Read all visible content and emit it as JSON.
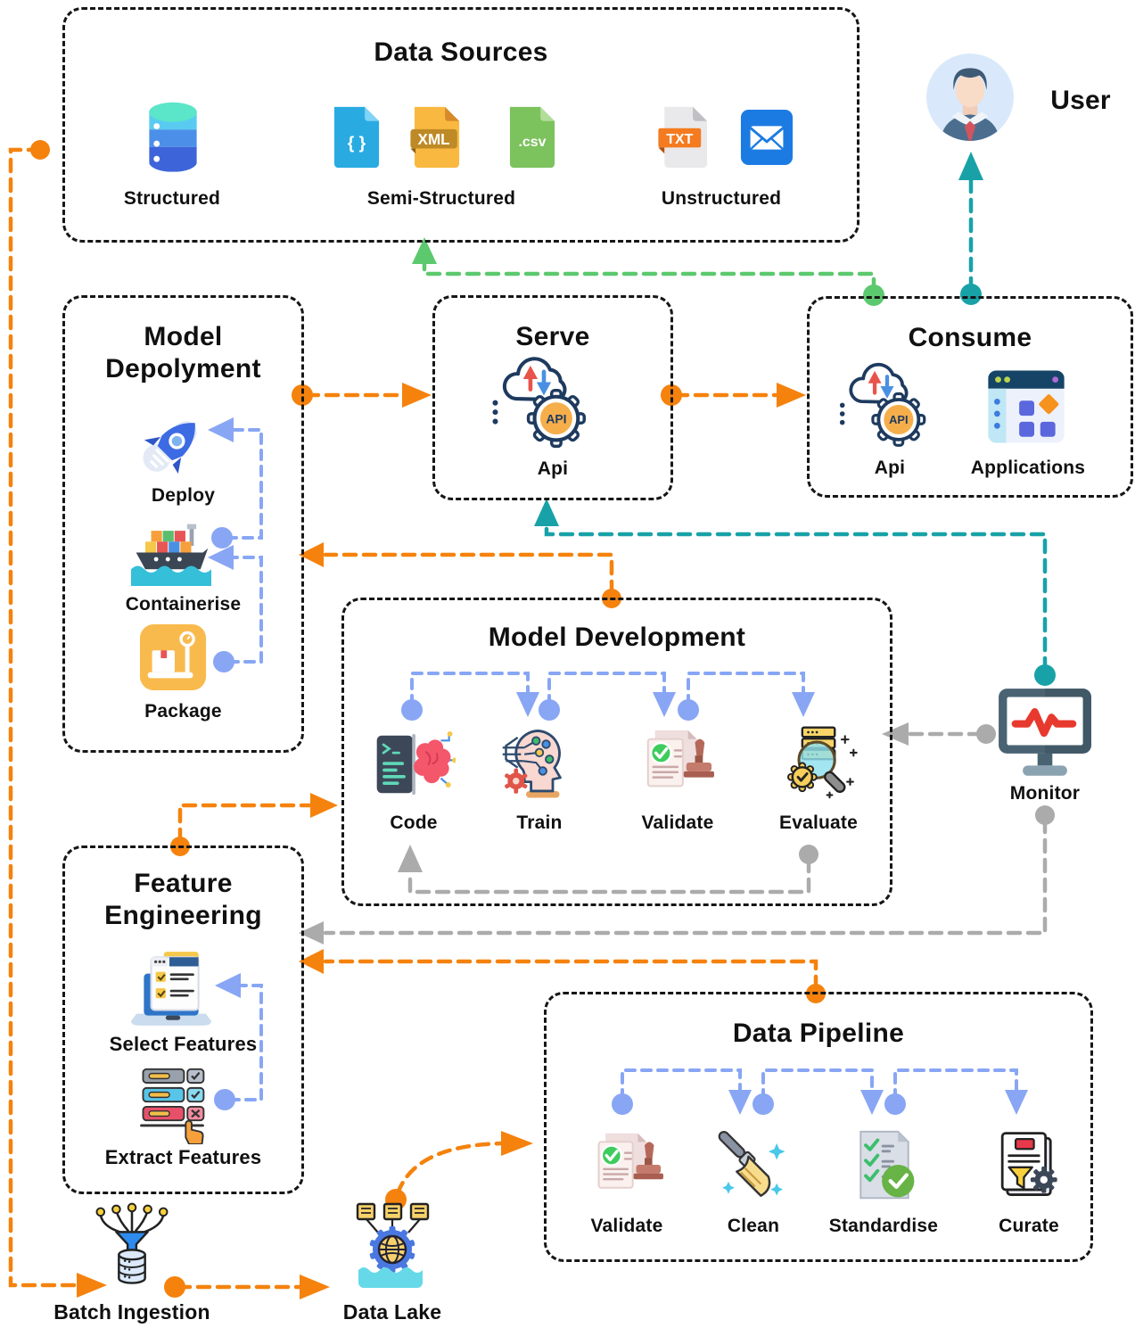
{
  "colors": {
    "flow_orange": "#F5820D",
    "feedback_green": "#5CC96E",
    "user_teal": "#18A2A8",
    "monitor_gray": "#ABABAB",
    "internal_blue": "#88A6F4",
    "border_black": "#161616"
  },
  "icons": {
    "json_glyph": "{ }",
    "xml_label": "XML",
    "csv_label": ".csv",
    "txt_label": "TXT",
    "api_label": "API"
  },
  "boxes": {
    "data_sources": {
      "title": "Data Sources",
      "groups": [
        {
          "label": "Structured"
        },
        {
          "label": "Semi-Structured"
        },
        {
          "label": "Unstructured"
        }
      ]
    },
    "user": {
      "label": "User"
    },
    "model_deployment": {
      "title": "Model Depolyment",
      "items": [
        {
          "label": "Deploy"
        },
        {
          "label": "Containerise"
        },
        {
          "label": "Package"
        }
      ]
    },
    "serve": {
      "title": "Serve",
      "items": [
        {
          "label": "Api"
        }
      ]
    },
    "consume": {
      "title": "Consume",
      "items": [
        {
          "label": "Api"
        },
        {
          "label": "Applications"
        }
      ]
    },
    "model_development": {
      "title": "Model Development",
      "items": [
        {
          "label": "Code"
        },
        {
          "label": "Train"
        },
        {
          "label": "Validate"
        },
        {
          "label": "Evaluate"
        }
      ]
    },
    "monitor": {
      "label": "Monitor"
    },
    "feature_engineering": {
      "title": "Feature Engineering",
      "items": [
        {
          "label": "Select Features"
        },
        {
          "label": "Extract Features"
        }
      ]
    },
    "data_pipeline": {
      "title": "Data Pipeline",
      "items": [
        {
          "label": "Validate"
        },
        {
          "label": "Clean"
        },
        {
          "label": "Standardise"
        },
        {
          "label": "Curate"
        }
      ]
    },
    "batch_ingestion": {
      "label": "Batch Ingestion"
    },
    "data_lake": {
      "label": "Data Lake"
    }
  },
  "connections": [
    {
      "from": "Data Sources",
      "to": "Batch Ingestion",
      "color": "orange"
    },
    {
      "from": "Batch Ingestion",
      "to": "Data Lake",
      "color": "orange"
    },
    {
      "from": "Data Lake",
      "to": "Data Pipeline",
      "color": "orange"
    },
    {
      "from": "Data Pipeline",
      "to": "Feature Engineering",
      "color": "orange"
    },
    {
      "from": "Feature Engineering",
      "to": "Model Development",
      "color": "orange"
    },
    {
      "from": "Model Development",
      "to": "Model Depolyment",
      "color": "orange"
    },
    {
      "from": "Model Depolyment",
      "to": "Serve",
      "color": "orange"
    },
    {
      "from": "Serve",
      "to": "Consume",
      "color": "orange"
    },
    {
      "from": "Consume",
      "to": "Data Sources",
      "color": "green"
    },
    {
      "from": "Consume",
      "to": "User",
      "color": "teal"
    },
    {
      "from": "Monitor",
      "to": "Serve",
      "color": "teal"
    },
    {
      "from": "Monitor",
      "to": "Model Development",
      "color": "gray"
    },
    {
      "from": "Monitor",
      "to": "Feature Engineering",
      "color": "gray"
    },
    {
      "from": "Evaluate",
      "to": "Code",
      "color": "gray"
    },
    {
      "from": "Package",
      "to": "Containerise",
      "color": "blue"
    },
    {
      "from": "Containerise",
      "to": "Deploy",
      "color": "blue"
    },
    {
      "from": "Code",
      "to": "Train",
      "color": "blue"
    },
    {
      "from": "Train",
      "to": "Validate",
      "color": "blue"
    },
    {
      "from": "Validate",
      "to": "Evaluate",
      "color": "blue"
    },
    {
      "from": "Extract Features",
      "to": "Select Features",
      "color": "blue"
    },
    {
      "from": "Validate (pipeline)",
      "to": "Clean",
      "color": "blue"
    },
    {
      "from": "Clean",
      "to": "Standardise",
      "color": "blue"
    },
    {
      "from": "Standardise",
      "to": "Curate",
      "color": "blue"
    }
  ]
}
